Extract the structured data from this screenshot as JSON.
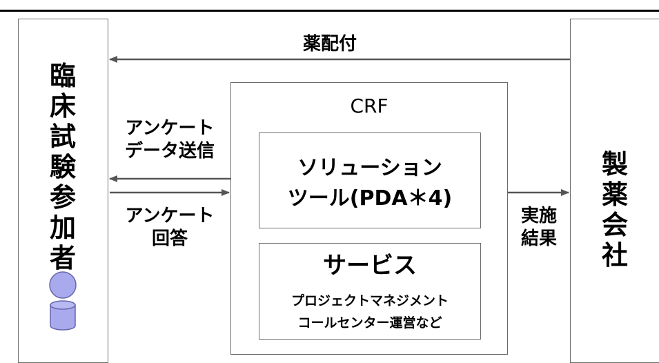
{
  "left_entity": {
    "label": "臨床試験参加者"
  },
  "right_entity": {
    "label": "製薬会社"
  },
  "arrows": {
    "drug_delivery": "薬配付",
    "questionnaire_send": "アンケート\nデータ送信",
    "questionnaire_answer": "アンケート\n回答",
    "result": "実施\n結果"
  },
  "crf": {
    "title": "CRF",
    "solution": {
      "text": "ソリューション\nツール(PDA＊4)"
    },
    "service": {
      "title": "サービス",
      "subtitle": "プロジェクトマネジメント\nコールセンター運営など"
    }
  },
  "colors": {
    "border": "#6b6b6b",
    "arrow": "#555555",
    "person_fill": "#a9a9ee",
    "person_stroke": "#6666aa"
  },
  "icons": {
    "person": "person-icon"
  }
}
